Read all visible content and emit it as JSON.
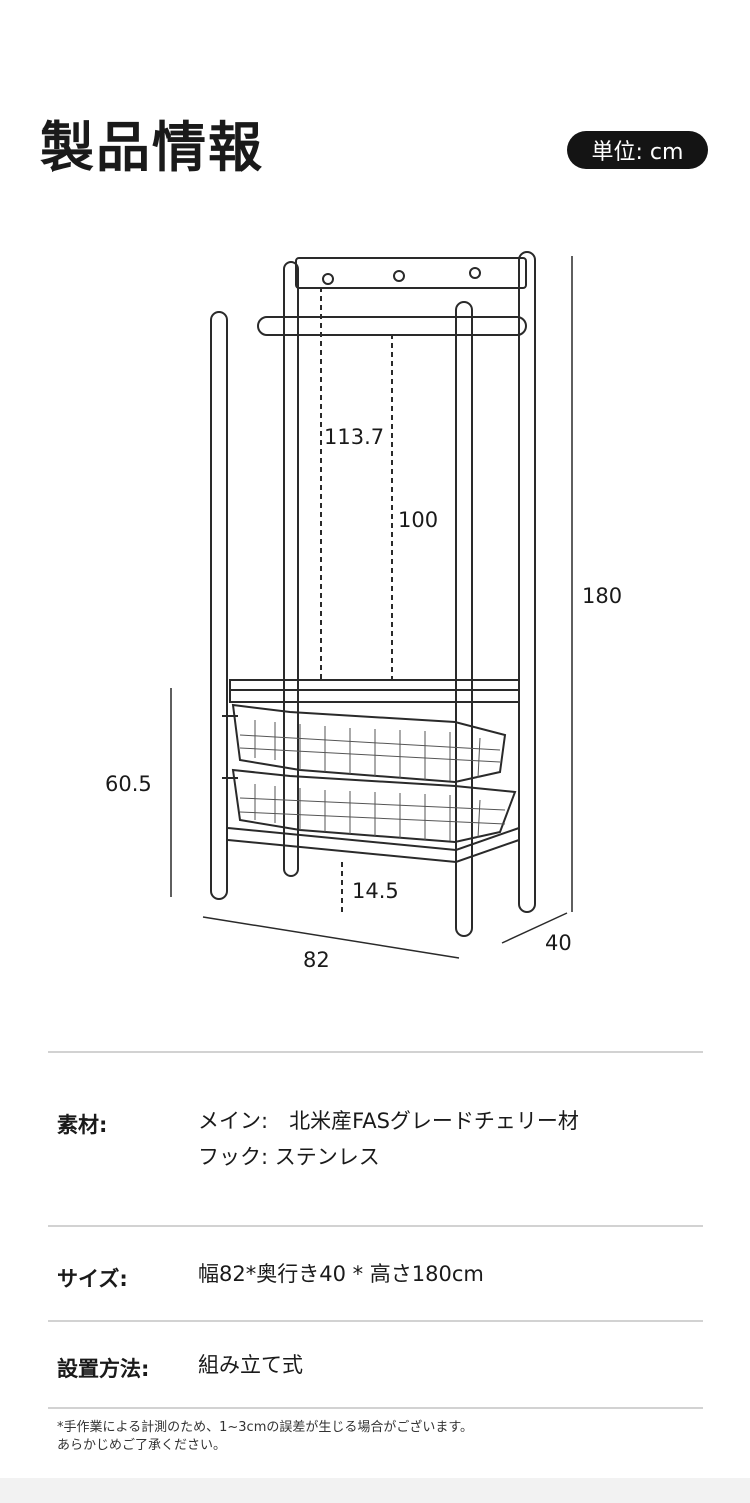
{
  "header": {
    "title": "製品情報",
    "unit_label": "単位: cm"
  },
  "dimensions": {
    "hook_height": "113.7",
    "rod_height": "100",
    "total_height": "180",
    "shelf_height": "60.5",
    "bottom_clearance": "14.5",
    "width": "82",
    "depth": "40"
  },
  "specs": {
    "material_label": "素材:",
    "material_line1": "メイン:　北米産FASグレードチェリー材",
    "material_line2": "フック: ステンレス",
    "size_label": "サイズ:",
    "size_value": "幅82*奥行き40 * 高さ180cm",
    "install_label": "設置方法:",
    "install_value": "組み立て式"
  },
  "footnote": "*手作業による計測のため、1~3cmの誤差が生じる場合がございます。\n あらかじめご了承ください。",
  "colors": {
    "badge_bg": "#141414",
    "line": "#2a2a2a",
    "rule": "#d2d2d2"
  }
}
